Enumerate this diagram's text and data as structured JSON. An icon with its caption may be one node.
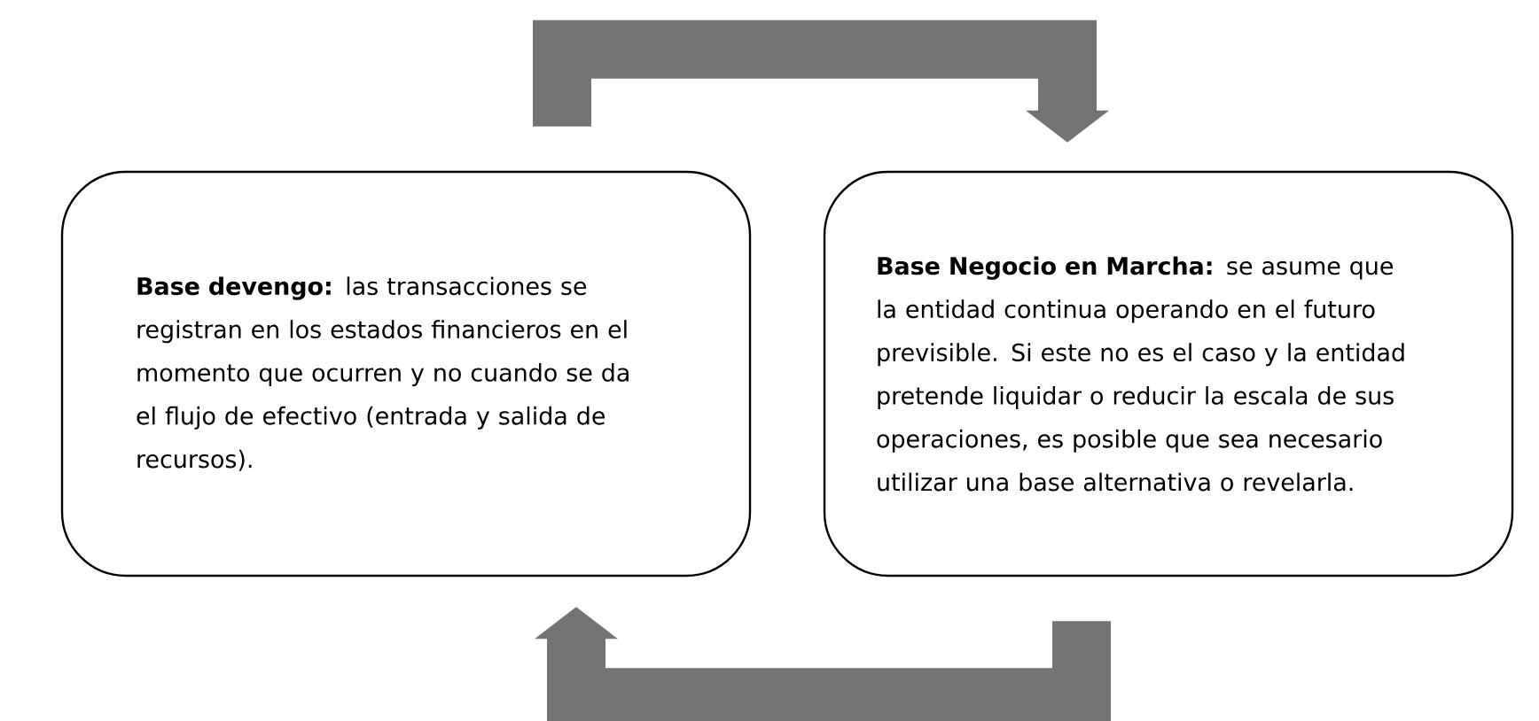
{
  "diagram": {
    "nodes": [
      {
        "text": [
          "**Base devengo:** las transacciones se registran en los estados financieros en el momento que ocurren y no cuando se da el flujo de efectivo (entrada y salida de recursos)."
        ]
      },
      {
        "text": [
          "**Base Negocio en Marcha:** se asume que la entidad continua operando en el futuro previsible. Si este no es el caso y la entidad pretende liquidar o reducir la escala de sus operaciones, es posible que sea necesario utilizar una base alternativa o revelarla."
        ]
      }
    ],
    "edges": [
      {
        "from": 0,
        "to": 1,
        "arrow": "to"
      },
      {
        "from": 1,
        "to": 0,
        "arrow": "to"
      }
    ]
  }
}
